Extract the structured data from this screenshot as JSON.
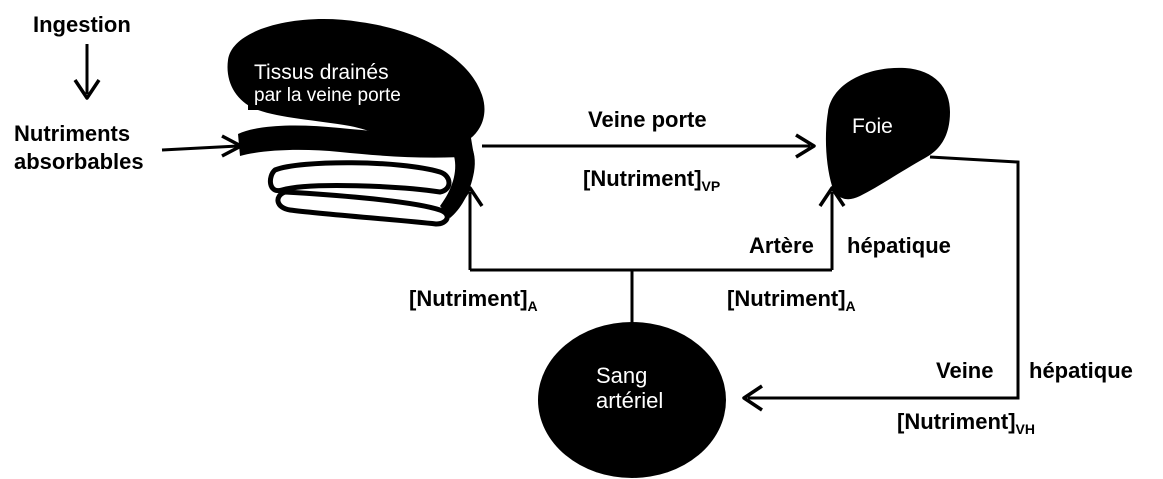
{
  "labels": {
    "ingestion": "Ingestion",
    "nutriments_line1": "Nutriments",
    "nutriments_line2": "absorbables",
    "veine_porte": "Veine porte",
    "nutriment_vp": "[Nutriment]",
    "vp_sub": "VP",
    "artere": "Artère",
    "hepatique_1": "hépatique",
    "nutriment_a_left": "[Nutriment]",
    "a_sub_left": "A",
    "nutriment_a_right": "[Nutriment]",
    "a_sub_right": "A",
    "veine": "Veine",
    "hepatique_2": "hépatique",
    "nutriment_vh": "[Nutriment]",
    "vh_sub": "VH"
  },
  "boxes": {
    "tissus_line1": "Tissus drainés",
    "tissus_line2": "par la veine porte",
    "foie": "Foie",
    "sang_line1": "Sang",
    "sang_line2": "artériel"
  }
}
